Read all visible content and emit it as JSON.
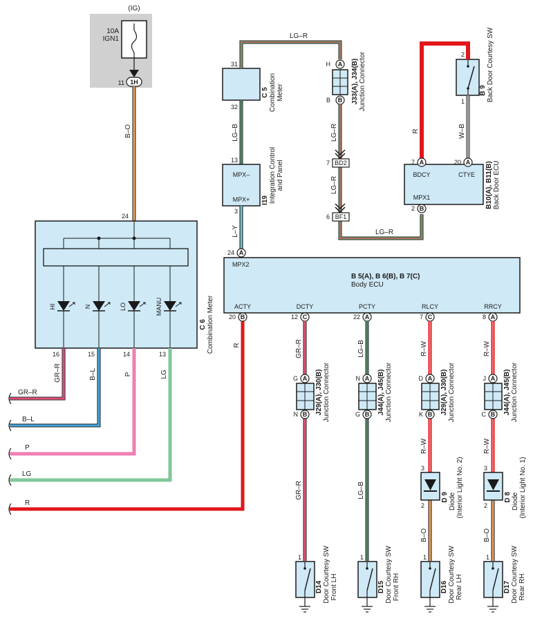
{
  "fuse": {
    "power_source": "(IG)",
    "rating": "10A",
    "name": "IGN1",
    "pin_num": "11",
    "pin_label": "1H"
  },
  "combination_meter_c5": {
    "code": "C 5",
    "name": "Combination Meter",
    "pin_top": "31",
    "pin_bottom": "32"
  },
  "integration_panel_i19": {
    "code": "I19",
    "name1": "Integration Control",
    "name2": "and Panel",
    "pin_top": "13",
    "pin_bottom": "3",
    "term_top": "MPX–",
    "term_bottom": "MPX+"
  },
  "junction_j33": {
    "code": "J33(A), J34(B)",
    "name": "Junction Connector",
    "pin_top": "H",
    "pin_top_conn": "A",
    "pin_bottom_conn": "B",
    "pin_bottom": "B"
  },
  "connectors": {
    "bd2": {
      "code": "BD2",
      "pin": "7"
    },
    "bf1": {
      "code": "BF1",
      "pin": "6"
    }
  },
  "back_door_sw_b9": {
    "code": "B 9",
    "name": "Back Door Courtesy SW",
    "pin_top": "2",
    "pin_bottom": "1"
  },
  "back_door_ecu": {
    "code": "B10(A), B11(B)",
    "name": "Back Door ECU",
    "term_left": "BDCY",
    "term_right": "CTYE",
    "term_bottom": "MPX1",
    "pin_left_num": "7",
    "pin_left_conn": "A",
    "pin_right_num": "20",
    "pin_right_conn": "A",
    "pin_bottom_num": "2",
    "pin_bottom_conn": "B"
  },
  "combination_meter_c6": {
    "code": "C 6",
    "name": "Combination Meter",
    "pin_top": "24",
    "leds": [
      "HI",
      "N",
      "LO",
      "MANU"
    ],
    "pins": [
      "16",
      "15",
      "14",
      "13"
    ]
  },
  "body_ecu": {
    "code": "B 5(A), B 6(B), B 7(C)",
    "name": "Body ECU",
    "term_mpx": "MPX2",
    "pin_mpx_num": "24",
    "pin_mpx_conn": "A",
    "terminals": [
      {
        "name": "ACTY",
        "num": "20",
        "conn": "B"
      },
      {
        "name": "DCTY",
        "num": "12",
        "conn": "C"
      },
      {
        "name": "PCTY",
        "num": "22",
        "conn": "A"
      },
      {
        "name": "RLCY",
        "num": "7",
        "conn": "C"
      },
      {
        "name": "RRCY",
        "num": "8",
        "conn": "A"
      }
    ]
  },
  "junction_connectors": [
    {
      "code": "J29(A), J30(B)",
      "name": "Junction Connector",
      "top_pin": "G",
      "top_conn": "A",
      "bot_pin": "N",
      "bot_conn": "B"
    },
    {
      "code": "J44(A), J45(B)",
      "name": "Junction Connector",
      "top_pin": "N",
      "top_conn": "A",
      "bot_pin": "G",
      "bot_conn": "B"
    },
    {
      "code": "J29(A), J30(B)",
      "name": "Junction Connector",
      "top_pin": "D",
      "top_conn": "A",
      "bot_pin": "K",
      "bot_conn": "B"
    },
    {
      "code": "J44(A), J45(B)",
      "name": "Junction Connector",
      "top_pin": "J",
      "top_conn": "A",
      "bot_pin": "C",
      "bot_conn": "B"
    }
  ],
  "diodes": [
    {
      "code": "D 9",
      "name": "Diode",
      "sub": "(Interior Light No. 2)",
      "pin_top": "3",
      "pin_bottom": "2"
    },
    {
      "code": "D 8",
      "name": "Diode",
      "sub": "(Interior Light No. 1)",
      "pin_top": "3",
      "pin_bottom": "2"
    }
  ],
  "door_switches": [
    {
      "code": "D14",
      "name": "Door Courtesy SW",
      "sub": "Front LH",
      "pin": "1"
    },
    {
      "code": "D15",
      "name": "Door Courtesy SW",
      "sub": "Front RH",
      "pin": "1"
    },
    {
      "code": "D16",
      "name": "Door Courtesy SW",
      "sub": "Rear LH",
      "pin": "1"
    },
    {
      "code": "D17",
      "name": "Door Courtesy SW",
      "sub": "Rear RH",
      "pin": "1"
    }
  ],
  "wire_labels": {
    "b_o_top": "B–O",
    "lg_r_top": "LG–R",
    "lg_b": "LG–B",
    "l_y": "L–Y",
    "lg_r_j1": "LG–R",
    "lg_r_j2": "LG–R",
    "lg_r_bottom": "LG–R",
    "r_back": "R",
    "w_b": "W–B",
    "gr_r_meter": "GR–R",
    "b_l_meter": "B–L",
    "p_meter": "P",
    "lg_meter": "LG",
    "r_acty": "R",
    "gr_r_1": "GR–R",
    "gr_r_2": "GR–R",
    "lg_b_1": "LG–B",
    "lg_b_2": "LG–B",
    "r_w_1": "R–W",
    "r_w_2": "R–W",
    "b_o_1": "B–O",
    "r_w_3": "R–W",
    "r_w_4": "R–W",
    "b_o_2": "B–O",
    "left_gr_r": "GR–R",
    "left_b_l": "B–L",
    "left_p": "P",
    "left_lg": "LG",
    "left_r": "R"
  },
  "colors": {
    "component_fill": "#cfe9f6",
    "red": "#e2161b",
    "pink": "#ee7fb4",
    "green": "#7fc79a",
    "blue": "#45a9e0",
    "orange": "#e8a25f",
    "grey": "#d0d0d0"
  }
}
